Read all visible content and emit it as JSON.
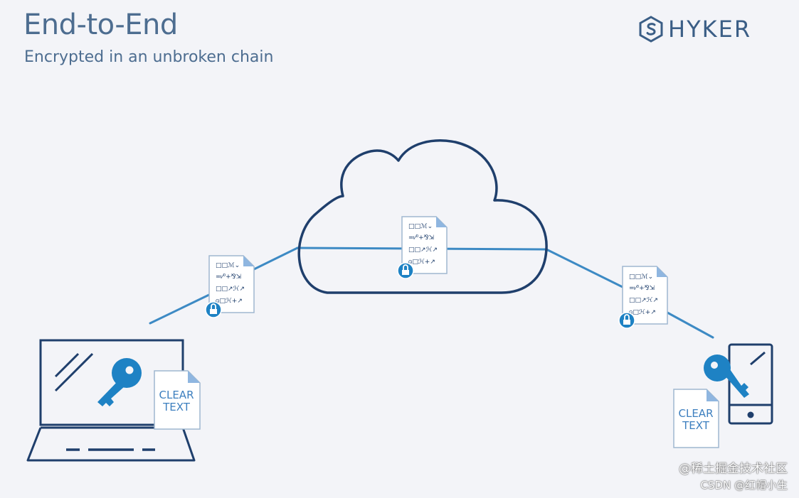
{
  "header": {
    "title": "End-to-End",
    "subtitle": "Encrypted in an unbroken chain"
  },
  "brand": {
    "name": "HYKER",
    "logo_icon": "hexagon-s-logo-icon"
  },
  "diagram": {
    "sender_device": "laptop-icon",
    "receiver_device": "smartphone-icon",
    "key_icon": "key-icon",
    "cloud_icon": "cloud-icon",
    "lock_icon": "lock-icon",
    "sender_doc_line1": "CLEAR",
    "sender_doc_line2": "TEXT",
    "receiver_doc_line1": "CLEAR",
    "receiver_doc_line2": "TEXT",
    "cipher_lines": [
      "□□ℳ⌄",
      "≕⁄⁰+⅋⇲",
      "□□↗ℋ↗",
      "⍝□ℋ+↗"
    ],
    "colors": {
      "line": "#3d8ac4",
      "navy": "#1f3f6c",
      "key": "#1e82c4",
      "doc_border": "#9fb7cf",
      "doc_fold": "#8fb6e0"
    }
  },
  "watermark": {
    "line1": "@稀土掘金技术社区",
    "line2": "CSDN @红帽小生"
  }
}
